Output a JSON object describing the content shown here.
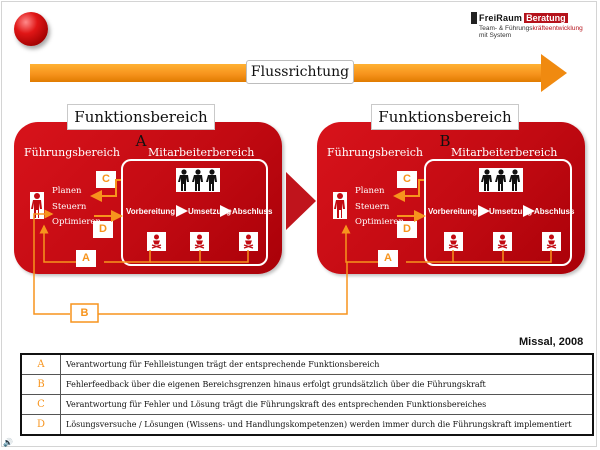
{
  "logo": {
    "brand_part1": "FreiRaum",
    "brand_part2": "Beratung",
    "line2_a": "Team- & Führungs",
    "line2_b": "kräfteentwicklung",
    "line3": "mit System"
  },
  "flow": {
    "label": "Flussrichtung"
  },
  "panels": [
    {
      "title": "Funktionsbereich A",
      "fuehrung": "Führungsbereich",
      "mitarbeiter": "Mitarbeiterbereich",
      "tasks": [
        "Planen",
        "Steuern",
        "Optimieren"
      ],
      "steps": [
        "Vorbereitung",
        "Umsetzung",
        "Abschluss"
      ],
      "boxes": {
        "c": "C",
        "d": "D",
        "a": "A"
      }
    },
    {
      "title": "Funktionsbereich B",
      "fuehrung": "Führungsbereich",
      "mitarbeiter": "Mitarbeiterbereich",
      "tasks": [
        "Planen",
        "Steuern",
        "Optimieren"
      ],
      "steps": [
        "Vorbereitung",
        "Umsetzung",
        "Abschluss"
      ],
      "boxes": {
        "c": "C",
        "d": "D",
        "a": "A"
      }
    }
  ],
  "cross": {
    "b": "B"
  },
  "author": "Missal, 2008",
  "legend": [
    {
      "key": "A",
      "text": "Verantwortung für Fehlleistungen trägt der entsprechende Funktionsbereich"
    },
    {
      "key": "B",
      "text": "Fehlerfeedback über die eigenen Bereichsgrenzen hinaus erfolgt grundsätzlich über die Führungskraft"
    },
    {
      "key": "C",
      "text": "Verantwortung für Fehler und Lösung trägt die Führungskraft des entsprechenden Funktionsbereiches"
    },
    {
      "key": "D",
      "text": "Lösungsversuche / Lösungen (Wissens- und Handlungskompetenzen) werden immer durch die Führungskraft implementiert"
    }
  ],
  "colors": {
    "accent": "#f7941d",
    "panel": "#c20a12",
    "brand_red": "#b5121b"
  },
  "icons": {
    "slide": "speaker-icon",
    "person": "person-icon",
    "group": "group-icon",
    "warning": "warning-person-icon"
  }
}
